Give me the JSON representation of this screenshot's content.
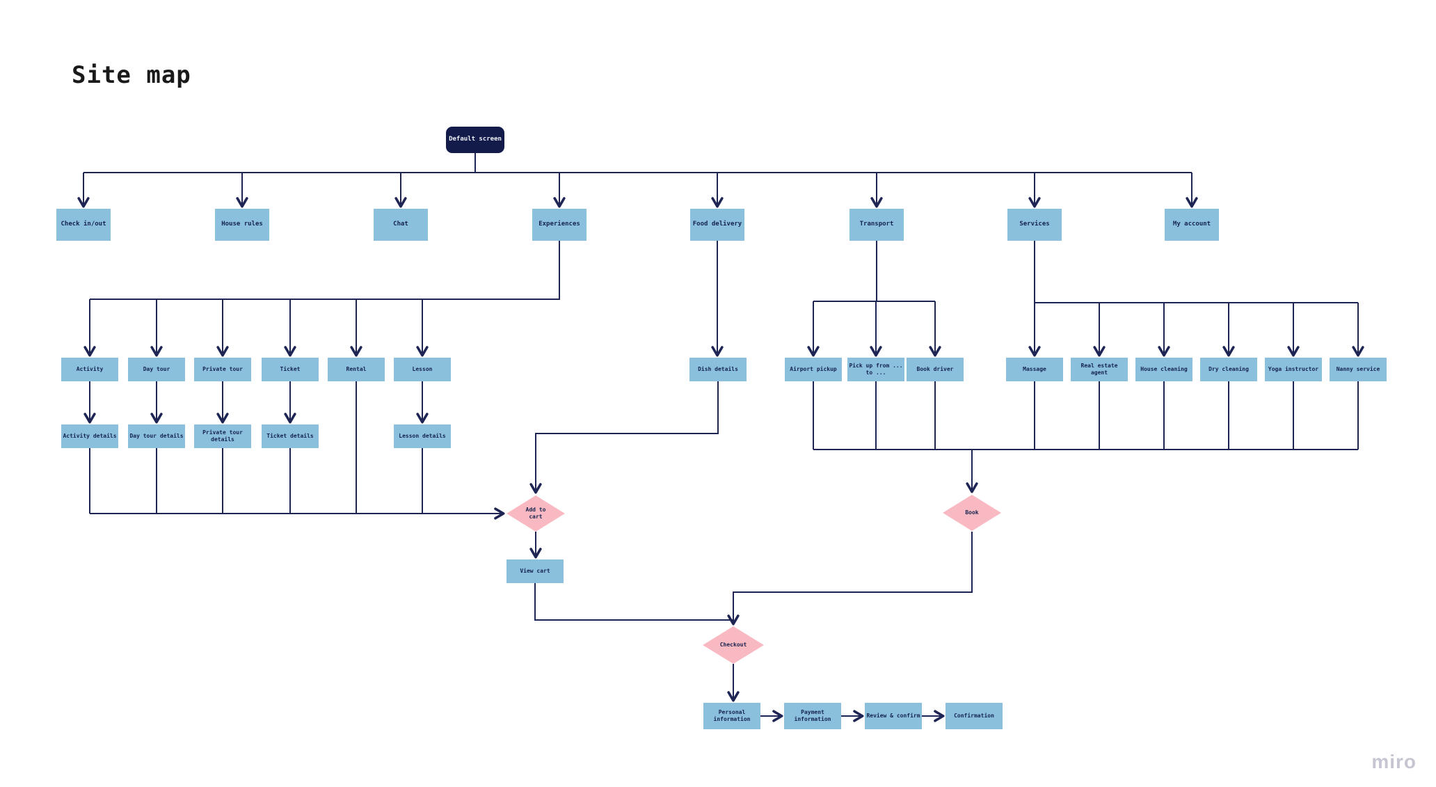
{
  "title": "Site map",
  "watermark": "miro",
  "colors": {
    "background": "#ffffff",
    "box_blue": "#8bc0dd",
    "box_dark": "#131b4b",
    "diamond_pink": "#f9b9c2",
    "connector": "#1e2554",
    "label_text": "#14234e",
    "title_text": "#1a1a1a",
    "watermark_gray": "#c5c6d1"
  },
  "nodes": {
    "default_screen": "Default screen",
    "check_in_out": "Check in/out",
    "house_rules": "House rules",
    "chat": "Chat",
    "experiences": "Experiences",
    "food_delivery": "Food delivery",
    "transport": "Transport",
    "services": "Services",
    "my_account": "My account",
    "activity": "Activity",
    "day_tour": "Day tour",
    "private_tour": "Private tour",
    "ticket": "Ticket",
    "rental": "Rental",
    "lesson": "Lesson",
    "activity_details": "Activity details",
    "day_tour_details": "Day tour details",
    "private_tour_details": "Private tour details",
    "ticket_details": "Ticket details",
    "lesson_details": "Lesson details",
    "dish_details": "Dish details",
    "airport_pickup": "Airport pickup",
    "pick_up_from_to": "Pick up from ... to ...",
    "book_driver": "Book driver",
    "massage": "Massage",
    "real_estate_agent": "Real estate agent",
    "house_cleaning": "House cleaning",
    "dry_cleaning": "Dry cleaning",
    "yoga_instructor": "Yoga instructor",
    "nanny_service": "Nanny service",
    "add_to_cart": "Add to cart",
    "book": "Book",
    "view_cart": "View cart",
    "checkout": "Checkout",
    "personal_information": "Personal information",
    "payment_information": "Payment information",
    "review_confirm": "Review & confirm",
    "confirmation": "Confirmation"
  }
}
